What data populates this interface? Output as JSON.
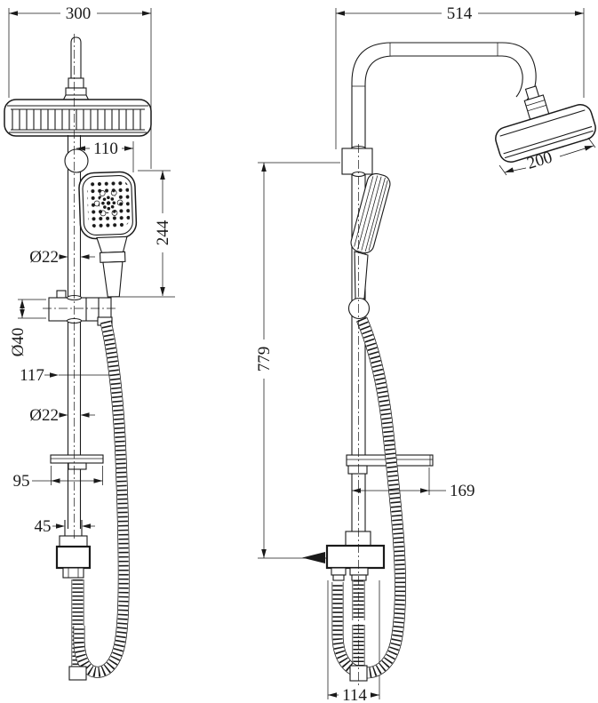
{
  "colors": {
    "line": "#1a1a1a",
    "background": "#ffffff"
  },
  "front_view": {
    "overall_width": "300",
    "handshower_offset": "110",
    "handshower_drop": "244",
    "pipe_diameter_upper": "Ø22",
    "slider_diameter": "Ø40",
    "hose_offset": "117",
    "pipe_diameter_lower": "Ø22",
    "soap_dish_width": "95",
    "diverter_neck_width": "45"
  },
  "side_view": {
    "overall_depth": "514",
    "head_width": "200",
    "riser_height": "779",
    "shelf_depth": "169",
    "mixer_width": "114"
  }
}
